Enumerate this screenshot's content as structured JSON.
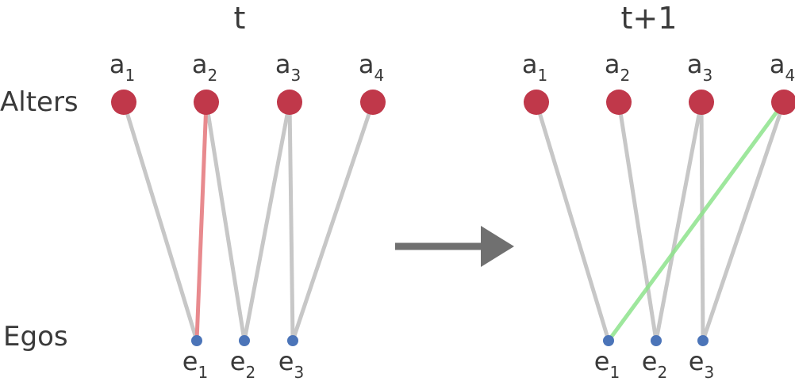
{
  "row_labels": {
    "alters": "Alters",
    "egos": "Egos"
  },
  "panels": [
    {
      "title": "t",
      "alters": [
        {
          "base": "a",
          "sub": "1"
        },
        {
          "base": "a",
          "sub": "2"
        },
        {
          "base": "a",
          "sub": "3"
        },
        {
          "base": "a",
          "sub": "4"
        }
      ],
      "egos": [
        {
          "base": "e",
          "sub": "1"
        },
        {
          "base": "e",
          "sub": "2"
        },
        {
          "base": "e",
          "sub": "3"
        }
      ],
      "edges": [
        {
          "alter": 1,
          "ego": 1,
          "status": "normal"
        },
        {
          "alter": 2,
          "ego": 1,
          "status": "removed"
        },
        {
          "alter": 2,
          "ego": 2,
          "status": "normal"
        },
        {
          "alter": 3,
          "ego": 2,
          "status": "normal"
        },
        {
          "alter": 3,
          "ego": 3,
          "status": "normal"
        },
        {
          "alter": 4,
          "ego": 3,
          "status": "normal"
        }
      ]
    },
    {
      "title": "t+1",
      "alters": [
        {
          "base": "a",
          "sub": "1"
        },
        {
          "base": "a",
          "sub": "2"
        },
        {
          "base": "a",
          "sub": "3"
        },
        {
          "base": "a",
          "sub": "4"
        }
      ],
      "egos": [
        {
          "base": "e",
          "sub": "1"
        },
        {
          "base": "e",
          "sub": "2"
        },
        {
          "base": "e",
          "sub": "3"
        }
      ],
      "edges": [
        {
          "alter": 1,
          "ego": 1,
          "status": "normal"
        },
        {
          "alter": 2,
          "ego": 2,
          "status": "normal"
        },
        {
          "alter": 3,
          "ego": 2,
          "status": "normal"
        },
        {
          "alter": 3,
          "ego": 3,
          "status": "normal"
        },
        {
          "alter": 4,
          "ego": 3,
          "status": "normal"
        },
        {
          "alter": 4,
          "ego": 1,
          "status": "added"
        }
      ]
    }
  ],
  "colors": {
    "alter_node": "#c0384a",
    "ego_node": "#4b74b8",
    "edge_normal": "#c7c7c7",
    "edge_removed": "#e88a8e",
    "edge_added": "#8ee38c",
    "arrow": "#707070",
    "text": "#3a3a3a"
  }
}
